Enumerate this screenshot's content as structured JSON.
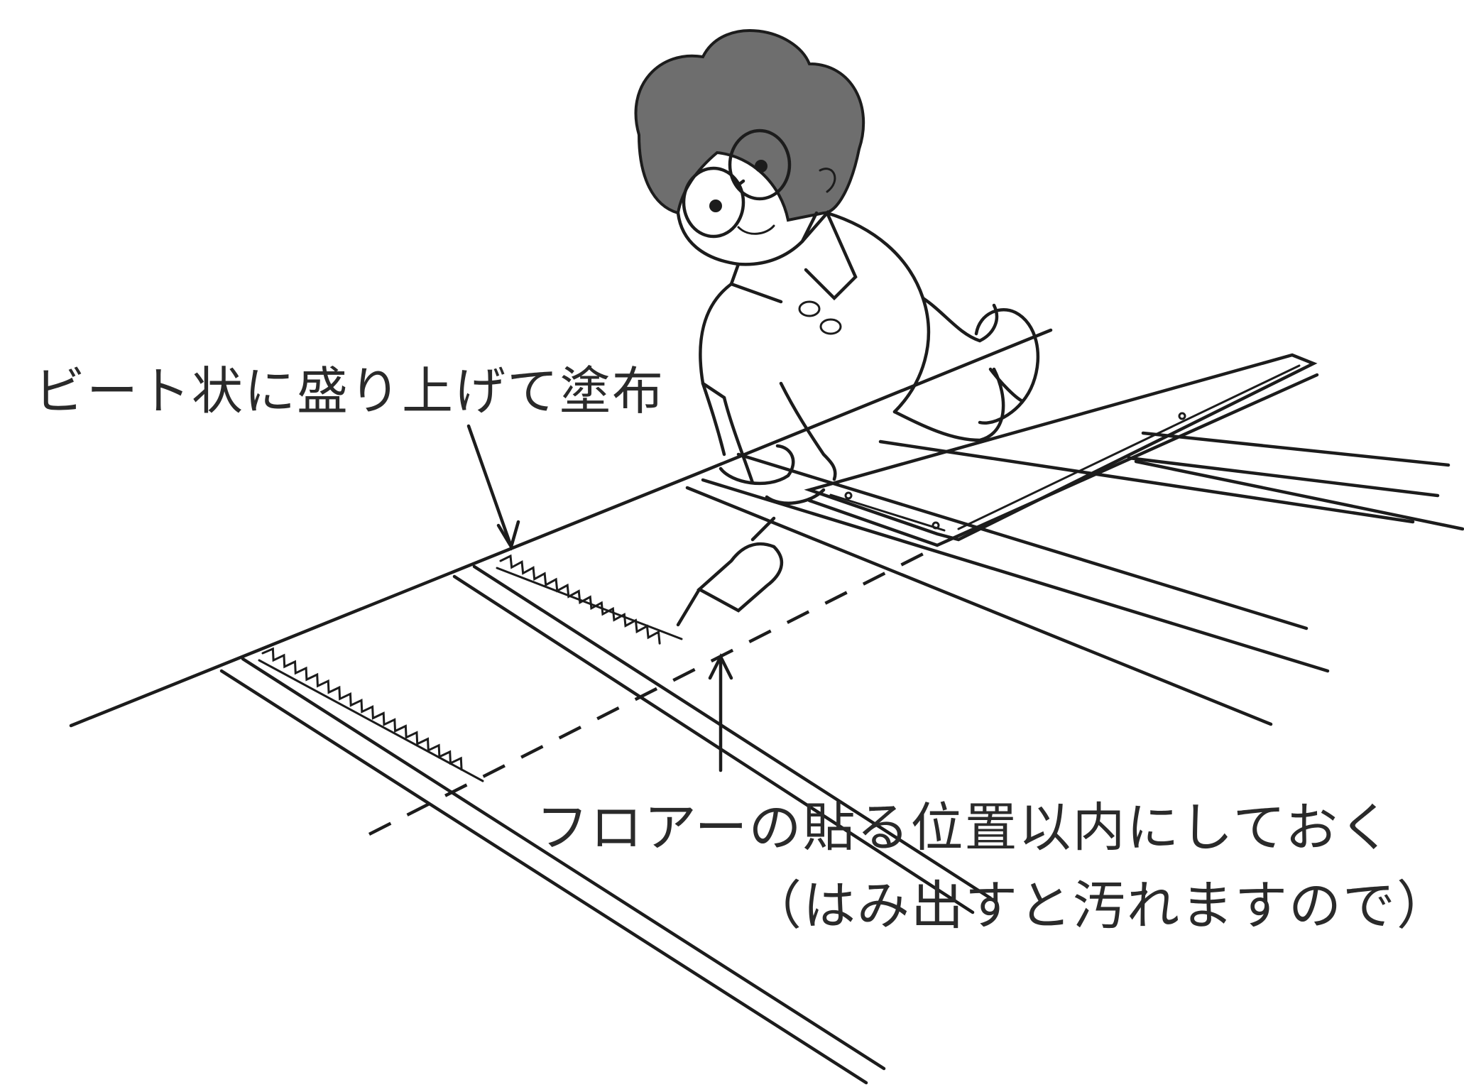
{
  "labels": {
    "bead_application": "ビート状に盛り上げて塗布",
    "within_floor_position": "フロアーの貼る位置以内にしておく",
    "dirt_note": "（はみ出すと汚れますので）"
  },
  "colors": {
    "ink": "#1c1c1c",
    "hair": "#6e6e6e",
    "paper": "#ffffff"
  }
}
